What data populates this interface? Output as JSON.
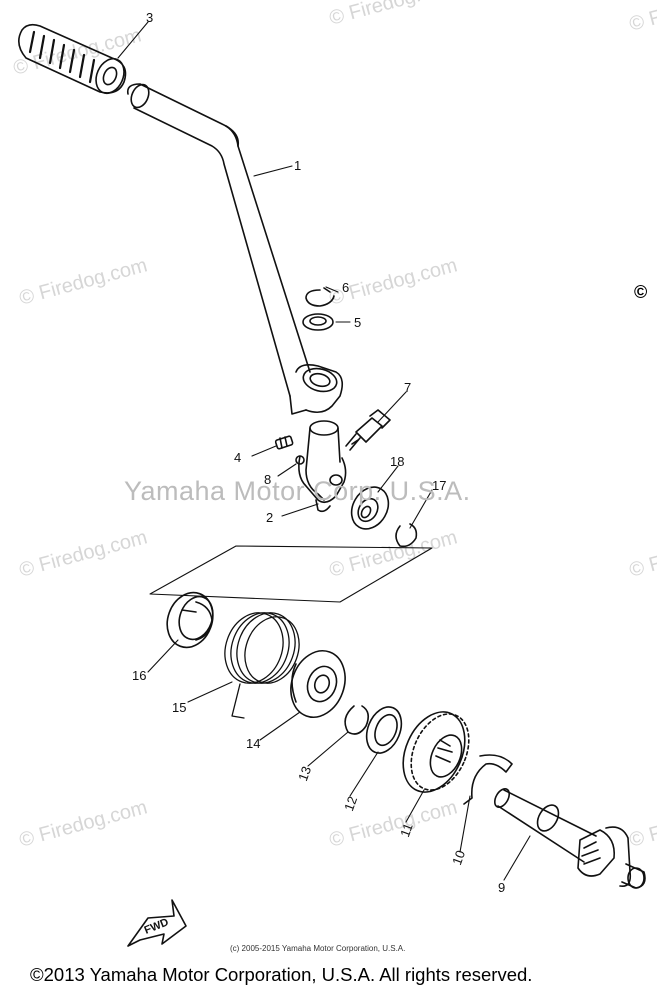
{
  "watermarks": [
    "© Firedog.com"
  ],
  "center_watermark": "Yamaha Motor Corp. U.S.A.",
  "small_copyright": "(c) 2005-2015 Yamaha Motor Corporation, U.S.A.",
  "footer": "©2013 Yamaha Motor Corporation, U.S.A. All rights reserved.",
  "side_mark": "©",
  "fwd_label": "FWD",
  "callouts": {
    "p1": "1",
    "p2": "2",
    "p3": "3",
    "p4": "4",
    "p5": "5",
    "p6": "6",
    "p7": "7",
    "p8": "8",
    "p9": "9",
    "p10": "10",
    "p11": "11",
    "p12": "12",
    "p13": "13",
    "p14": "14",
    "p15": "15",
    "p16": "16",
    "p17": "17",
    "p18": "18"
  }
}
